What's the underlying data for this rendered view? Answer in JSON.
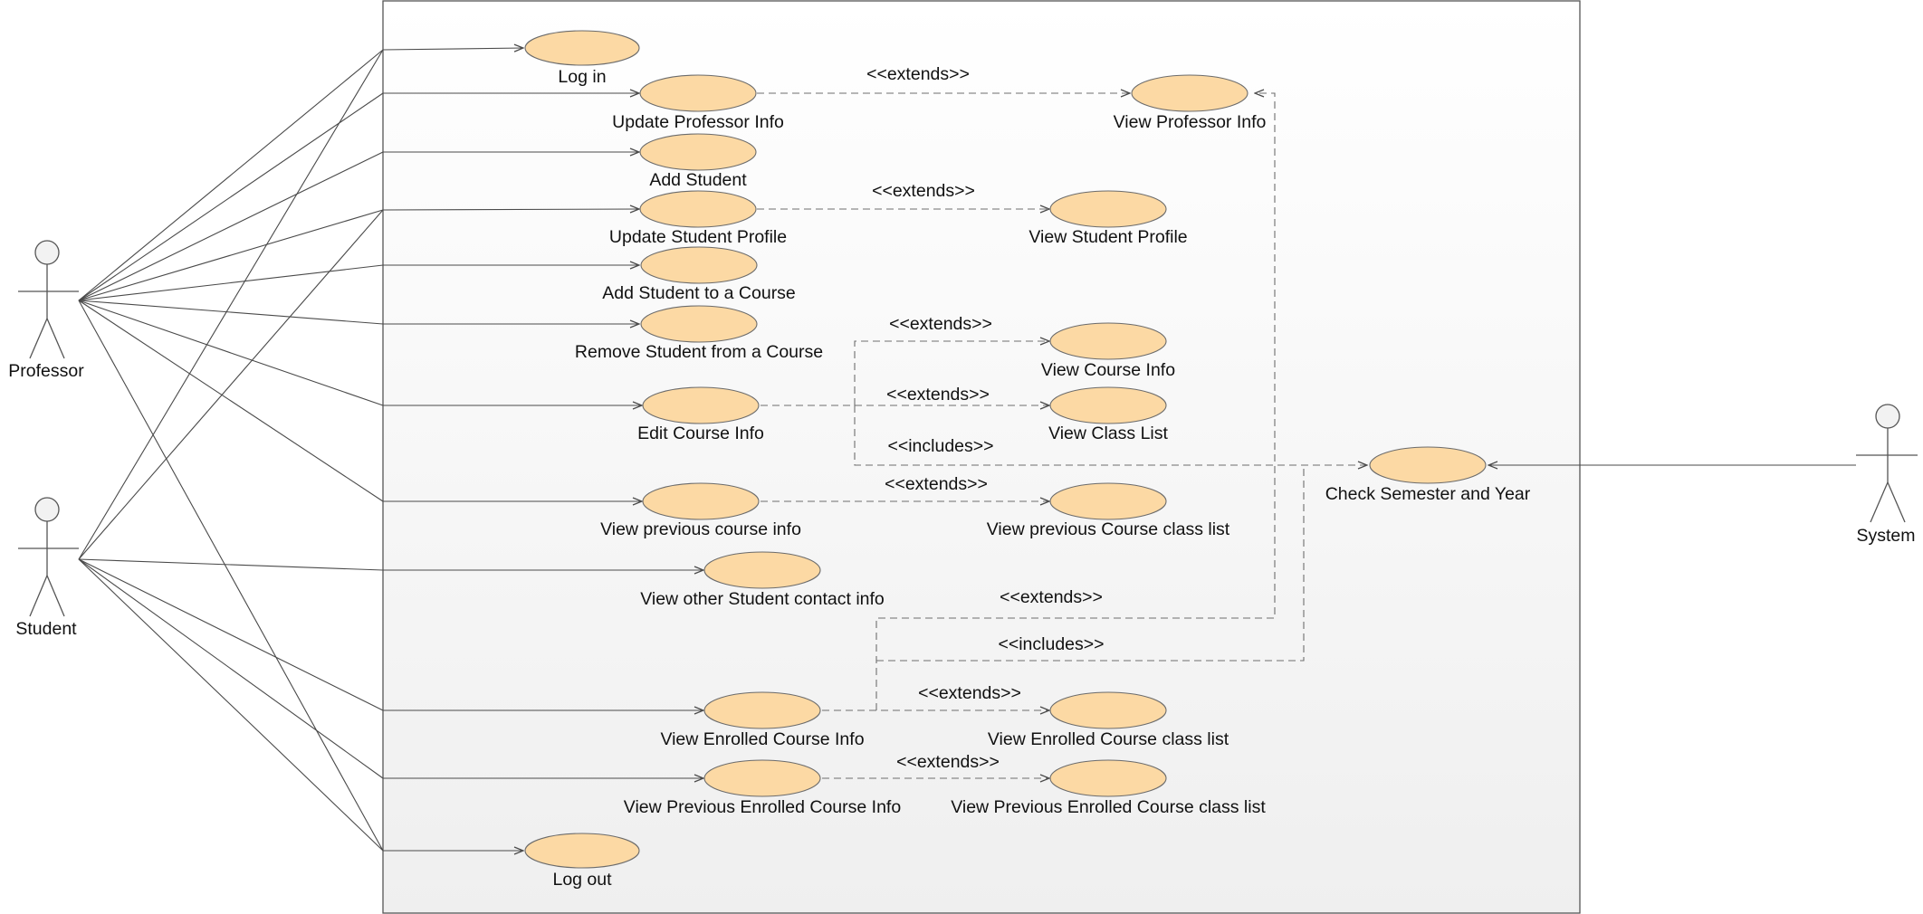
{
  "colors": {
    "use_case_fill": "#FCD9A4",
    "use_case_stroke": "#6b6b6b",
    "line": "#4a4a4a",
    "dashed": "#6e6e6e",
    "system_top": "#ffffff",
    "system_bottom": "#efefef"
  },
  "actors": {
    "professor": "Professor",
    "student": "Student",
    "system": "System"
  },
  "use_cases": {
    "log_in": "Log in",
    "update_professor_info": "Update Professor Info",
    "view_professor_info": "View Professor Info",
    "add_student": "Add Student",
    "update_student_profile": "Update Student Profile",
    "view_student_profile": "View Student Profile",
    "add_student_to_course": "Add Student to a Course",
    "remove_student_from_course": "Remove Student from a Course",
    "view_course_info": "View Course Info",
    "edit_course_info": "Edit Course Info",
    "view_class_list": "View Class List",
    "check_semester_year": "Check Semester and Year",
    "view_previous_course_info": "View previous course info",
    "view_previous_course_class_list": "View previous Course class list",
    "view_other_student_contact": "View other Student contact info",
    "view_enrolled_course_info": "View Enrolled Course Info",
    "view_enrolled_course_class_list": "View Enrolled Course class list",
    "view_previous_enrolled_course_info": "View Previous Enrolled Course Info",
    "view_previous_enrolled_course_class_list": "View Previous Enrolled Course class list",
    "log_out": "Log out"
  },
  "relationships": {
    "extends": "<<extends>>",
    "includes": "<<includes>>"
  }
}
